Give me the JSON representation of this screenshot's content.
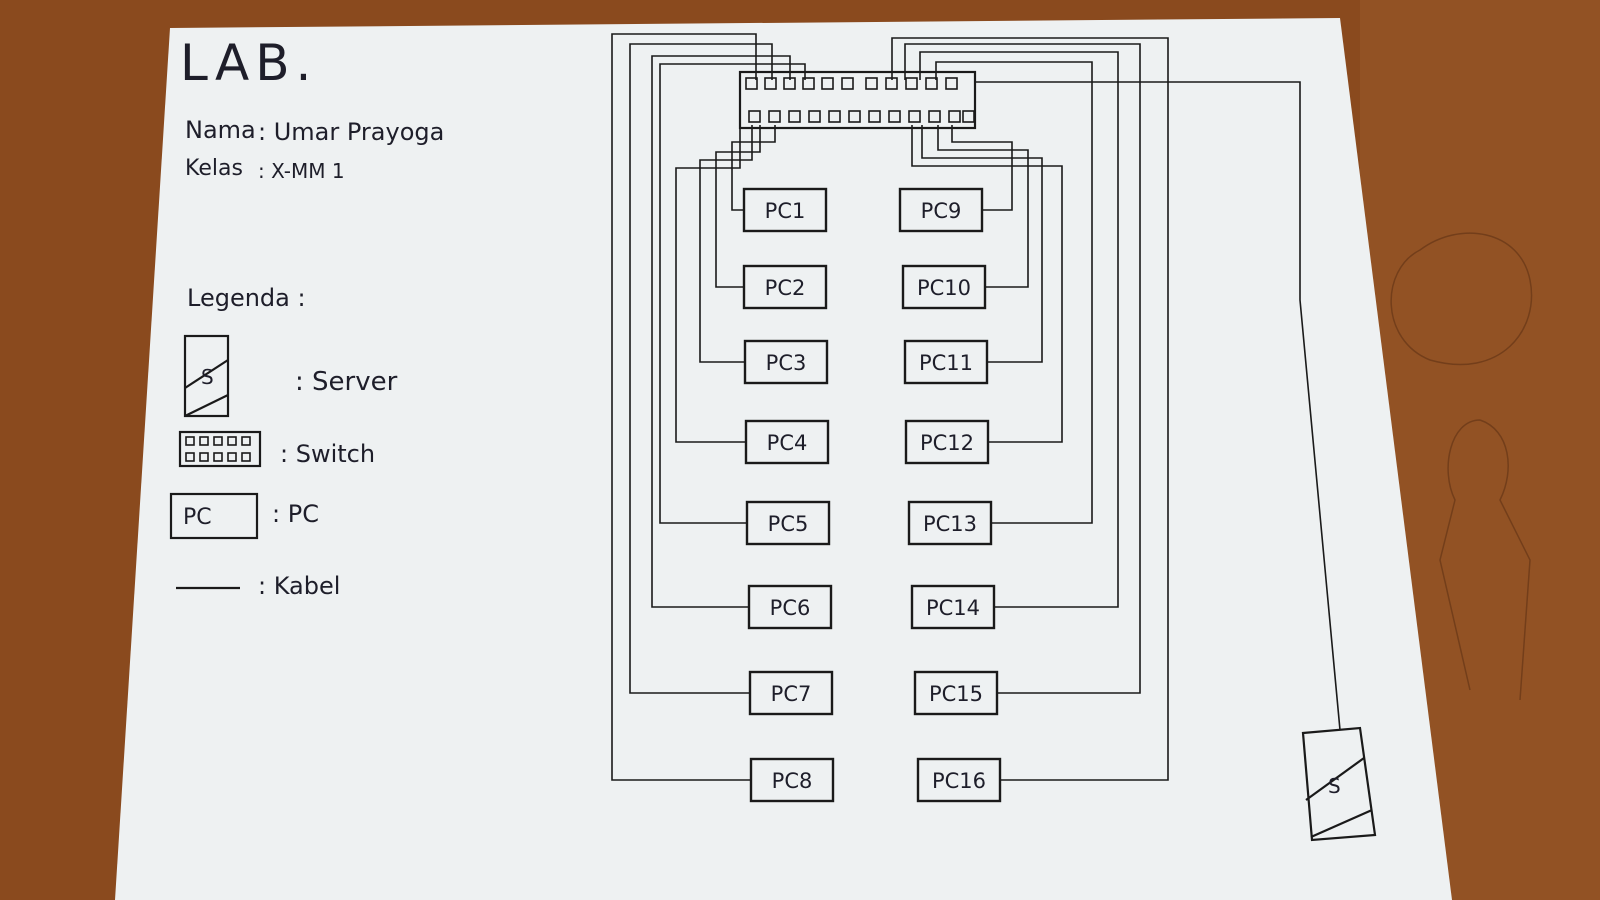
{
  "title": "LAB.",
  "info": {
    "nama_label": "Nama",
    "nama_value": ": Umar Prayoga",
    "kelas_label": "Kelas",
    "kelas_value": ": X-MM 1"
  },
  "legend": {
    "heading": "Legenda :",
    "items": [
      {
        "symbol": "S",
        "label": ": Server"
      },
      {
        "symbol": "",
        "label": ": Switch"
      },
      {
        "symbol": "PC",
        "label": ": PC"
      },
      {
        "symbol": "",
        "label": ": Kabel"
      }
    ]
  },
  "diagram": {
    "left_pcs": [
      "PC1",
      "PC2",
      "PC3",
      "PC4",
      "PC5",
      "PC6",
      "PC7",
      "PC8"
    ],
    "right_pcs": [
      "PC9",
      "PC10",
      "PC11",
      "PC12",
      "PC13",
      "PC14",
      "PC15",
      "PC16"
    ],
    "server_label": "S"
  }
}
